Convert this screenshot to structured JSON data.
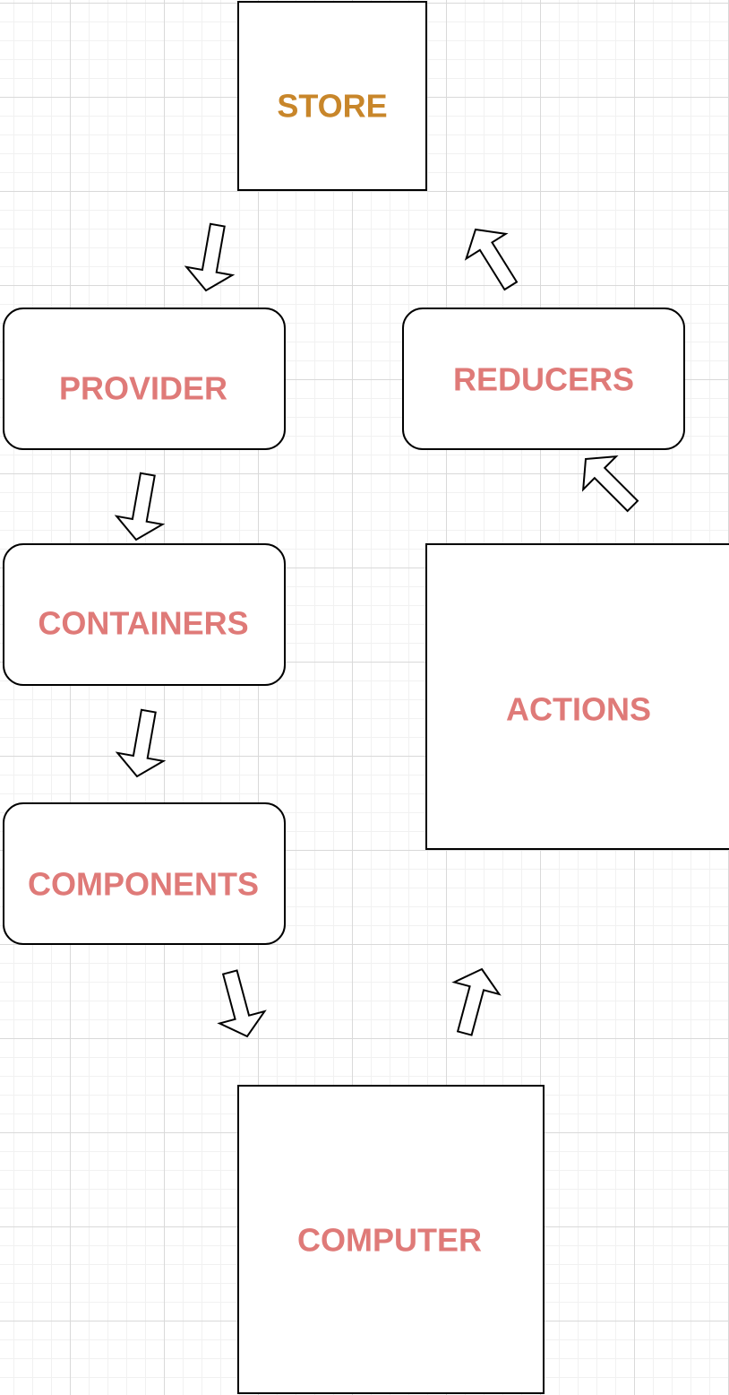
{
  "colors": {
    "store_label": "#c8862a",
    "node_label": "#df7a78",
    "stroke": "#000000",
    "fill": "#ffffff"
  },
  "nodes": {
    "store": "STORE",
    "provider": "PROVIDER",
    "containers": "CONTAINERS",
    "components": "COMPONENTS",
    "computer": "COMPUTER",
    "actions": "ACTIONS",
    "reducers": "REDUCERS"
  },
  "flow": [
    [
      "STORE",
      "PROVIDER"
    ],
    [
      "PROVIDER",
      "CONTAINERS"
    ],
    [
      "CONTAINERS",
      "COMPONENTS"
    ],
    [
      "COMPONENTS",
      "COMPUTER"
    ],
    [
      "COMPUTER",
      "ACTIONS"
    ],
    [
      "ACTIONS",
      "REDUCERS"
    ],
    [
      "REDUCERS",
      "STORE"
    ]
  ]
}
